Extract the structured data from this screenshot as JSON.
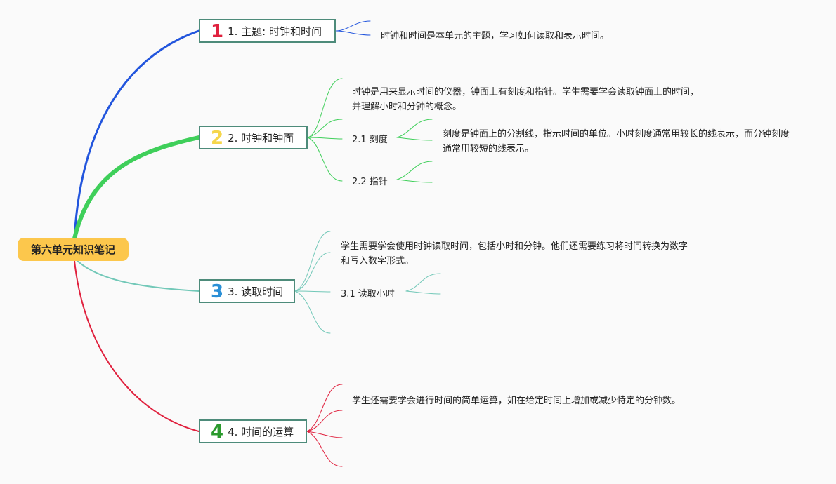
{
  "root": {
    "label": "第六单元知识笔记",
    "color": "#fcc74c"
  },
  "branches": [
    {
      "num": "1",
      "num_color": "#e0213e",
      "line_color": "#2255dd",
      "label": "1. 主题: 时钟和时间",
      "note": "时钟和时间是本单元的主题，学习如何读取和表示时间。"
    },
    {
      "num": "2",
      "num_color": "#f5d64b",
      "line_color": "#3fcf5a",
      "label": "2. 时钟和钟面",
      "note": "时钟是用来显示时间的仪器，钟面上有刻度和指针。学生需要学会读取钟面上的时间，并理解小时和分钟的概念。",
      "subs": [
        {
          "label": "2.1 刻度",
          "note": "刻度是钟面上的分割线，指示时间的单位。小时刻度通常用较长的线表示，而分钟刻度通常用较短的线表示。"
        },
        {
          "label": "2.2 指针",
          "note": ""
        }
      ]
    },
    {
      "num": "3",
      "num_color": "#2a8fd6",
      "line_color": "#72c8b8",
      "label": "3. 读取时间",
      "note": "学生需要学会使用时钟读取时间，包括小时和分钟。他们还需要练习将时间转换为数字和写入数字形式。",
      "subs": [
        {
          "label": "3.1 读取小时",
          "note": ""
        }
      ]
    },
    {
      "num": "4",
      "num_color": "#2b9a2e",
      "line_color": "#e0213e",
      "label": "4. 时间的运算",
      "note": "学生还需要学会进行时间的简单运算，如在给定时间上增加或减少特定的分钟数。"
    }
  ]
}
